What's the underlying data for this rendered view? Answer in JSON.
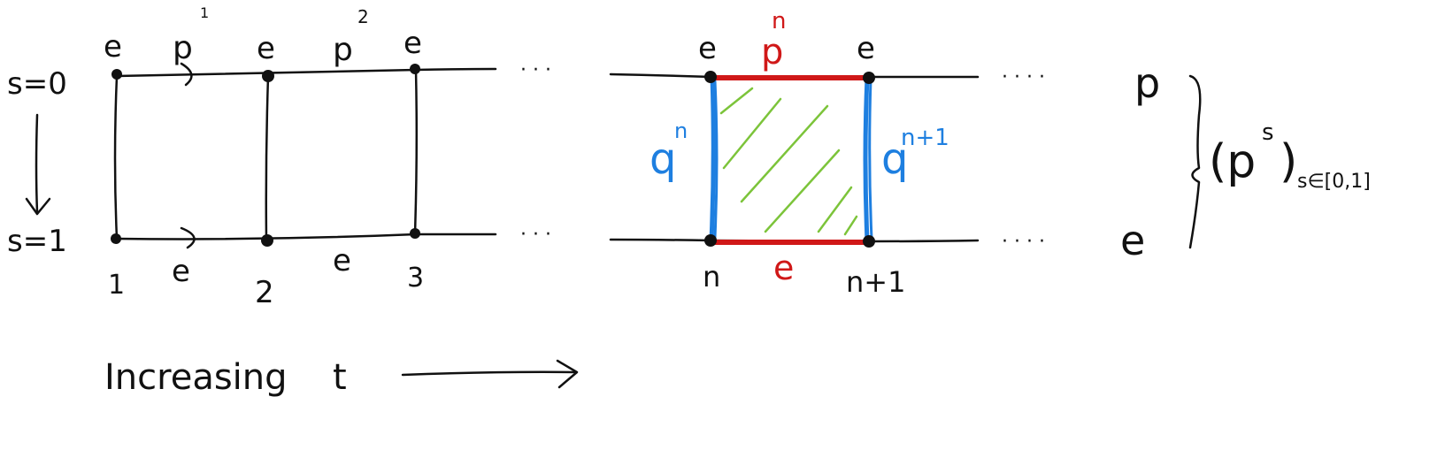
{
  "colors": {
    "ink": "#111111",
    "red": "#d01818",
    "blue": "#1e7fe0",
    "green": "#7cc43a"
  },
  "labels": {
    "s0": "s=0",
    "s1": "s=1",
    "top": {
      "e1": "e",
      "p1": "p",
      "p1_sup": "1",
      "e2": "e",
      "p2": "p",
      "p2_sup": "2",
      "e3": "e",
      "e_n": "e",
      "p_n": "p",
      "p_n_sup": "n",
      "e_n1": "e",
      "p_end": "p"
    },
    "bottom": {
      "t1": "1",
      "e_mid1": "e",
      "t2": "2",
      "e_mid2": "e",
      "t3": "3",
      "t_n": "n",
      "e_n": "e",
      "t_n1": "n+1",
      "e_end": "e"
    },
    "left_q": "q",
    "left_q_sup": "n",
    "right_q": "q",
    "right_q_sup": "n+1",
    "ellipsis": "· · ·",
    "ellipsis_long": "· · · ·",
    "family": "(p",
    "family_sup": "s",
    "family_close": ")",
    "family_sub": "s∈[0,1]",
    "increasing": "Increasing",
    "t": "t"
  }
}
